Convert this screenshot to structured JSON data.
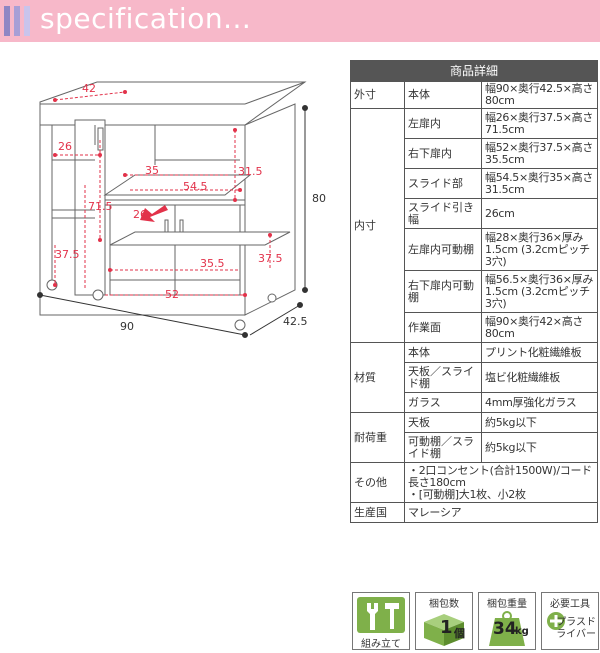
{
  "header": {
    "title": "specification..."
  },
  "diagram": {
    "labels": {
      "w_top": "42",
      "d_side": "26",
      "h_31": "31.5",
      "w_35": "35",
      "w_545": "54.5",
      "h_715": "71.5",
      "d_26b": "26",
      "h_375a": "37.5",
      "h_355": "35.5",
      "h_375b": "37.5",
      "w_52": "52",
      "h_80": "80",
      "w_90": "90",
      "d_425": "42.5"
    },
    "colors": {
      "dim": "#e2324a",
      "line": "#666666"
    }
  },
  "spec": {
    "heading": "商品詳細",
    "outer": {
      "category": "外寸",
      "item": "本体",
      "value": "幅90×奥行42.5×高さ80cm"
    },
    "inner": {
      "category": "内寸",
      "rows": [
        {
          "item": "左扉内",
          "value": "幅26×奥行37.5×高さ71.5cm"
        },
        {
          "item": "右下扉内",
          "value": "幅52×奥行37.5×高さ35.5cm"
        },
        {
          "item": "スライド部",
          "value": "幅54.5×奥行35×高さ31.5cm"
        },
        {
          "item": "スライド引き幅",
          "value": "26cm"
        },
        {
          "item": "左扉内可動棚",
          "value": "幅28×奥行36×厚み1.5cm (3.2cmピッチ3穴)"
        },
        {
          "item": "右下扉内可動棚",
          "value": "幅56.5×奥行36×厚み1.5cm (3.2cmピッチ3穴)"
        },
        {
          "item": "作業面",
          "value": "幅90×奥行42×高さ80cm"
        }
      ]
    },
    "material": {
      "category": "材質",
      "rows": [
        {
          "item": "本体",
          "value": "プリント化粧繊維板"
        },
        {
          "item": "天板／スライド棚",
          "value": "塩ビ化粧繊維板"
        },
        {
          "item": "ガラス",
          "value": "4mm厚強化ガラス"
        }
      ]
    },
    "load": {
      "category": "耐荷重",
      "rows": [
        {
          "item": "天板",
          "value": "約5kg以下"
        },
        {
          "item": "可動棚／スライド棚",
          "value": "約5kg以下"
        }
      ]
    },
    "other": {
      "category": "その他",
      "lines": [
        "・2口コンセント(合計1500W)/コード長さ180cm",
        "・[可動棚]大1枚、小2枚"
      ]
    },
    "origin": {
      "category": "生産国",
      "value": "マレーシア"
    }
  },
  "badges": {
    "assembly": {
      "label": "組み立て"
    },
    "count": {
      "label": "梱包数",
      "value": "1",
      "unit": "個"
    },
    "weight": {
      "label": "梱包重量",
      "value": "34",
      "unit": "kg"
    },
    "tool": {
      "label": "必要工具",
      "value": "プラスドライバー"
    }
  }
}
